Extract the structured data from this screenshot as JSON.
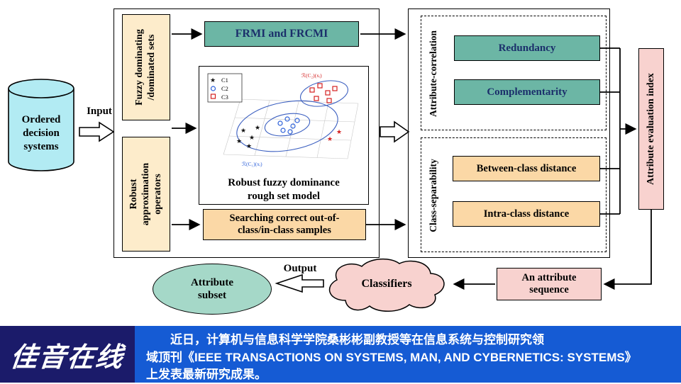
{
  "colors": {
    "teal": "#6cb6a5",
    "peach": "#fdeccb",
    "orange": "#fbd8a6",
    "pink": "#f8d2cf",
    "cyan": "#b2ebf3",
    "mint": "#a5d8c8",
    "navy_text": "#1b2f6b",
    "banner_bg": "#155bd4",
    "brand_bg": "#1b1b6a"
  },
  "flow": {
    "input": "Input",
    "output": "Output",
    "source": "Ordered\ndecision\nsystems",
    "fuzzy": "Fuzzy dominating\n/dominated sets",
    "robust": "Robust\napproximation\noperators",
    "frmi": "FRMI and FRCMI",
    "model": "Robust fuzzy dominance\nrough set model",
    "searching": "Searching correct out-of-\nclass/in-class samples",
    "attr_corr": "Attribute-correlation",
    "redundancy": "Redundancy",
    "complementarity": "Complementarity",
    "class_sep": "Class-separability",
    "between": "Between-class distance",
    "intra": "Intra-class distance",
    "attr_eval": "Attribute evaluation index",
    "attr_seq": "An attribute\nsequence",
    "classifiers": "Classifiers",
    "attr_subset": "Attribute\nsubset"
  },
  "plot": {
    "legend": [
      "C1",
      "C2",
      "C3"
    ],
    "annotation_red": "ℛ(C₂)(xᵢ)",
    "annotation_blue": "ℛ(C₁)(xᵢ)"
  },
  "banner": {
    "brand": "佳音在线",
    "news": [
      "近日，计算机与信息科学学院桑彬彬副教授等在信息系统与控制研究领",
      "域顶刊《IEEE TRANSACTIONS ON SYSTEMS, MAN, AND CYBERNETICS: SYSTEMS》",
      "上发表最新研究成果。"
    ]
  }
}
